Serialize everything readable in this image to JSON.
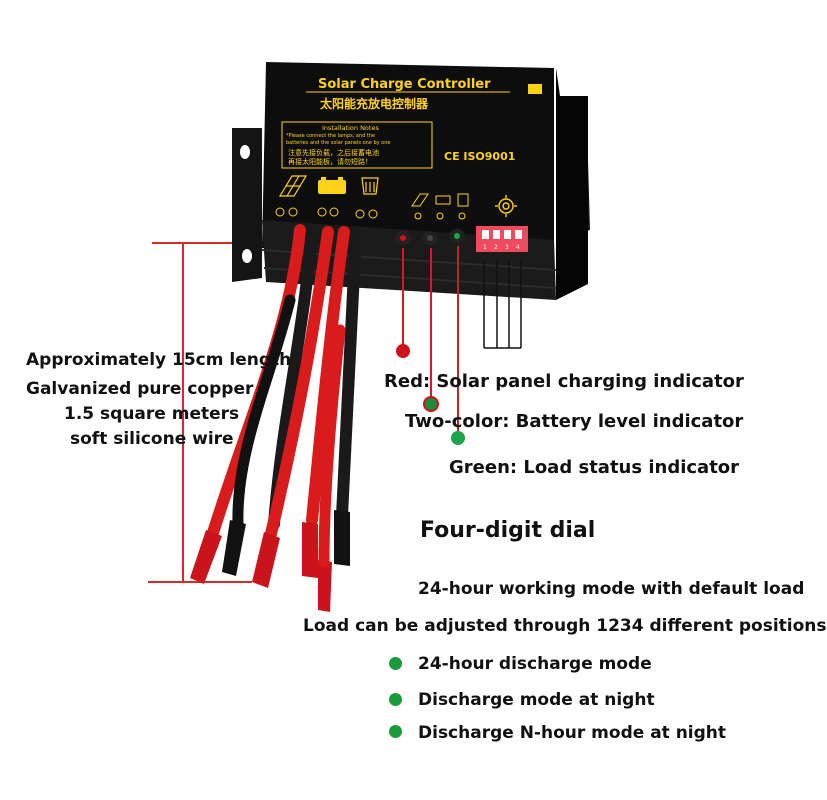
{
  "device": {
    "title_en": "Solar Charge Controller",
    "title_cn": "太阳能充放电控制器",
    "notes_heading": "Installation Notes",
    "notes_en": [
      "*Please connect the lamps, and the",
      "batteries  and the solar panels one by one"
    ],
    "notes_cn": [
      "注意先接负载，之后接蓄电池",
      "再接太阳能板，请勿短路！"
    ],
    "cert": "CE ISO9001",
    "dip_numbers": [
      "1",
      "2",
      "3",
      "4"
    ]
  },
  "wire_spec": {
    "lines": [
      "Approximately 15cm length",
      "Galvanized pure copper",
      "1.5 square meters",
      "soft silicone wire"
    ]
  },
  "indicators": [
    {
      "label": "Red: Solar panel charging indicator",
      "color": "#d0101a"
    },
    {
      "label": "Two-color: Battery level indicator",
      "color": "#1d8a3a"
    },
    {
      "label": "Green: Load status indicator",
      "color": "#1aa64a"
    }
  ],
  "dial": {
    "title": "Four-digit dial",
    "lines": [
      "24-hour working mode with default load",
      "Load can be adjusted through 1234 different positions"
    ],
    "modes": [
      "24-hour discharge mode",
      "Discharge mode at night",
      "Discharge N-hour mode at night"
    ],
    "bullet_color": "#1a9a3a"
  },
  "colors": {
    "body": "#0d0d0d",
    "accent": "#ffd21a",
    "wire_red": "#d81b1b",
    "wire_black": "#1a1a1a",
    "dip_red": "#e8344a"
  }
}
